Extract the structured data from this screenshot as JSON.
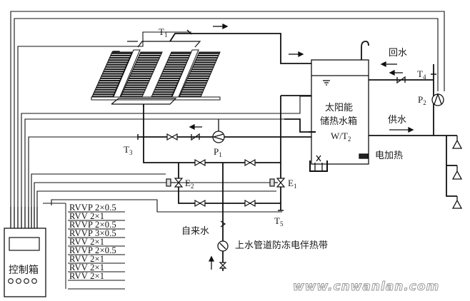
{
  "diagram": {
    "title": "太阳能热水系统原理图",
    "tank": {
      "line1": "太阳能",
      "line2": "储热水箱",
      "line3": "W/T",
      "line3_sub": "2"
    },
    "sensors": {
      "t1": {
        "main": "T",
        "sub": "1"
      },
      "t3": {
        "main": "T",
        "sub": "3"
      },
      "t4": {
        "main": "T",
        "sub": "4"
      },
      "t5": {
        "main": "T",
        "sub": "5"
      }
    },
    "pumps": {
      "p1": {
        "main": "P",
        "sub": "1"
      },
      "p2": {
        "main": "P",
        "sub": "2"
      }
    },
    "valves": {
      "e1": {
        "main": "E",
        "sub": "1"
      },
      "e2": {
        "main": "E",
        "sub": "2"
      }
    },
    "labels": {
      "return_water": "回水",
      "supply_water": "供水",
      "electric_heating": "电加热",
      "tap_water": "自来水",
      "antifreeze": "上水管道防冻电伴热带"
    },
    "control_box": {
      "label": "控制箱"
    },
    "cables": [
      "RVVP 2×0.5",
      "RVV  2×1",
      "RVVP 2×0.5",
      "RVVP 3×0.5",
      "RVV  2×1",
      "RVVP 2×0.5",
      "RVV  2×1",
      "RVV  2×1",
      "RVV  2×1"
    ],
    "watermark": "www.cnwanlan.com"
  }
}
